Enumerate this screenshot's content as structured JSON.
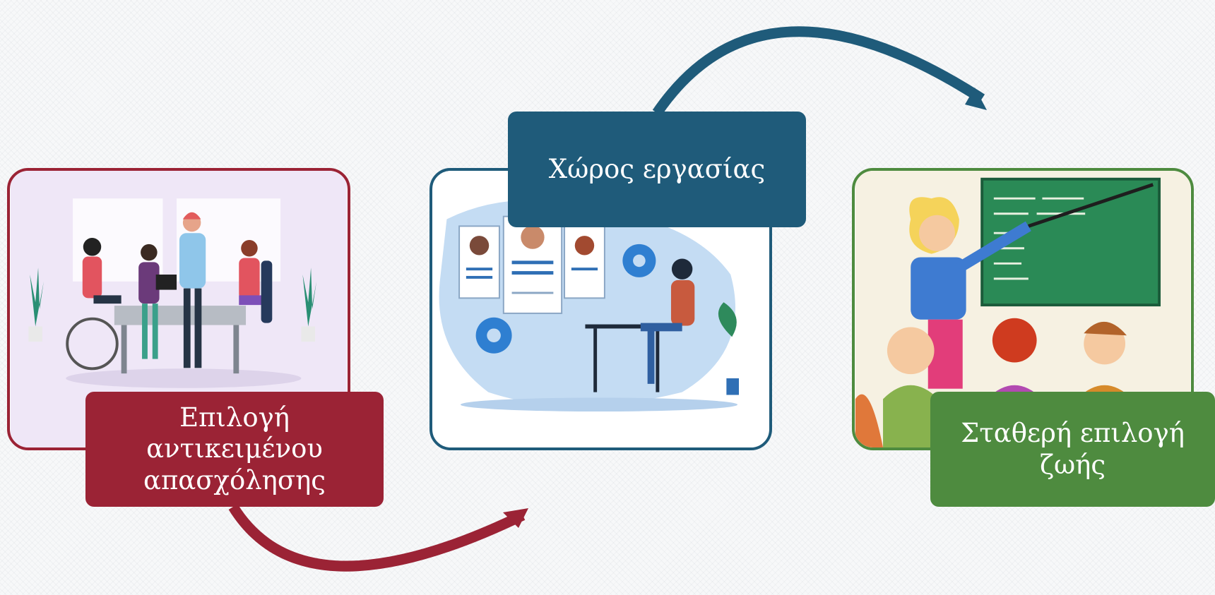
{
  "steps": [
    {
      "label": "Επιλογή αντικειμένου απασχόλησης",
      "color": "#9b2335"
    },
    {
      "label": "Χώρος εργασίας",
      "color": "#1f5b7a"
    },
    {
      "label": "Σταθερή επιλογή ζωής",
      "color": "#4e8b3f"
    }
  ]
}
